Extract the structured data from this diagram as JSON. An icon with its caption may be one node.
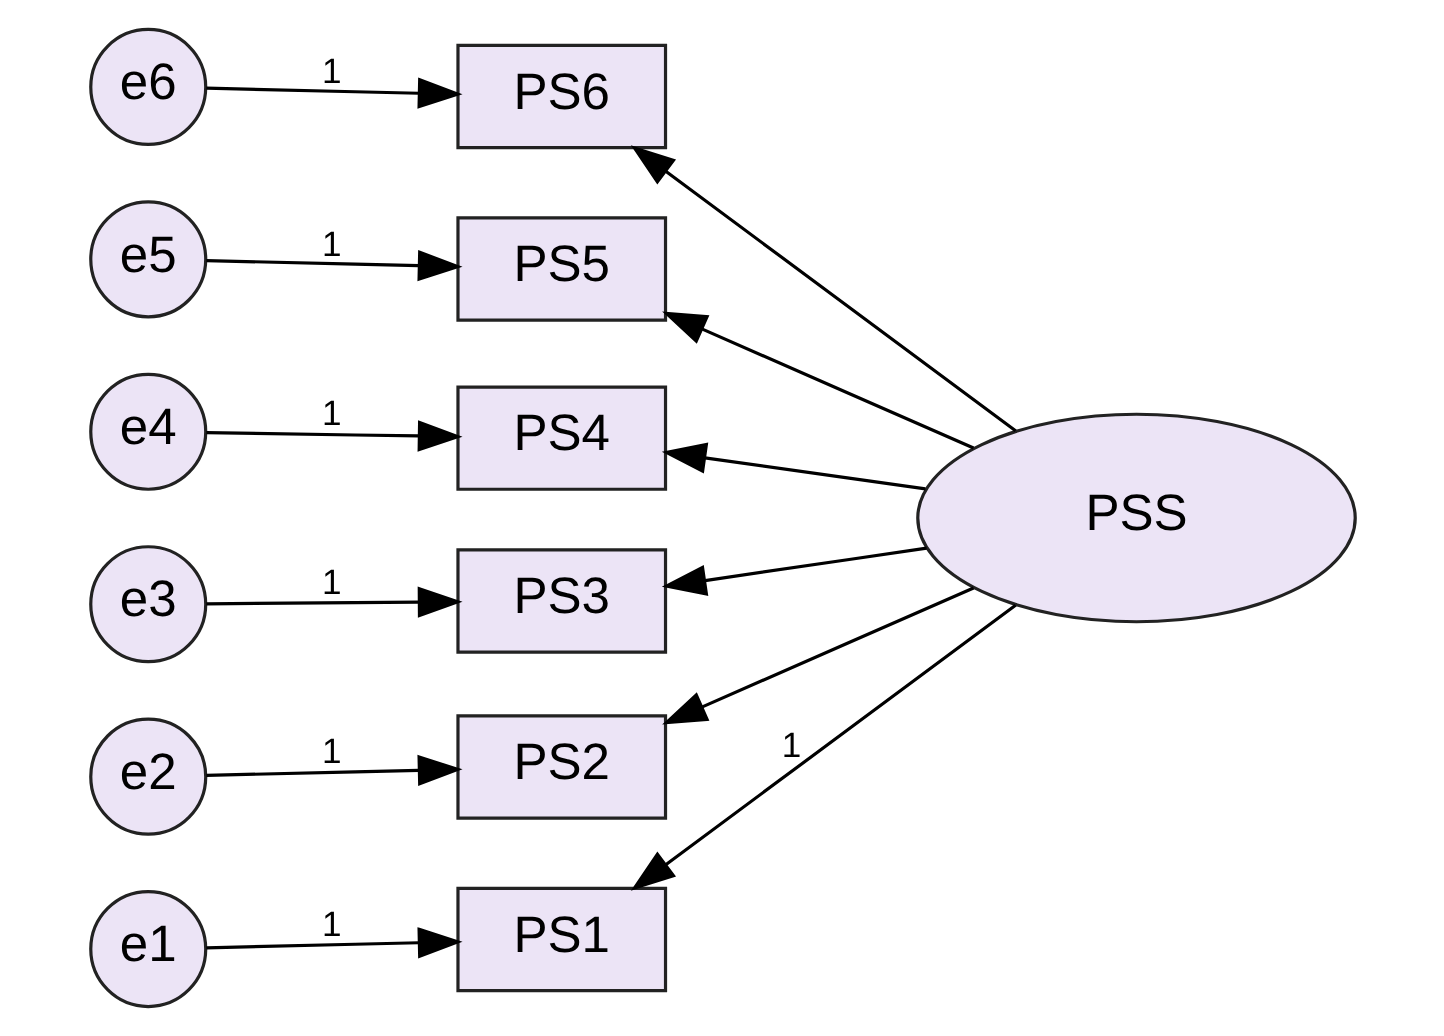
{
  "diagram": {
    "nodes": [
      {
        "text": [
          "e6"
        ]
      },
      {
        "text": [
          "PS6"
        ]
      },
      {
        "text": [
          "e5"
        ]
      },
      {
        "text": [
          "PS5"
        ]
      },
      {
        "text": [
          "e4"
        ]
      },
      {
        "text": [
          "PS4"
        ]
      },
      {
        "text": [
          "e3"
        ]
      },
      {
        "text": [
          "PS3"
        ]
      },
      {
        "text": [
          "e2"
        ]
      },
      {
        "text": [
          "PS2"
        ]
      },
      {
        "text": [
          "e1"
        ]
      },
      {
        "text": [
          "PS1"
        ]
      },
      {
        "text": [
          "PSS"
        ]
      }
    ],
    "edges": [
      {
        "from": 0,
        "to": 1,
        "arrow": "to",
        "label": "1"
      },
      {
        "from": 2,
        "to": 3,
        "arrow": "to",
        "label": "1"
      },
      {
        "from": 4,
        "to": 5,
        "arrow": "to",
        "label": "1"
      },
      {
        "from": 6,
        "to": 7,
        "arrow": "to",
        "label": "1"
      },
      {
        "from": 8,
        "to": 9,
        "arrow": "to",
        "label": "1"
      },
      {
        "from": 10,
        "to": 11,
        "arrow": "to",
        "label": "1"
      },
      {
        "from": 12,
        "to": 1,
        "arrow": "to"
      },
      {
        "from": 12,
        "to": 3,
        "arrow": "to"
      },
      {
        "from": 12,
        "to": 5,
        "arrow": "to"
      },
      {
        "from": 12,
        "to": 7,
        "arrow": "to"
      },
      {
        "from": 12,
        "to": 9,
        "arrow": "to"
      },
      {
        "from": 12,
        "to": 11,
        "arrow": "to",
        "label": "1"
      }
    ]
  }
}
